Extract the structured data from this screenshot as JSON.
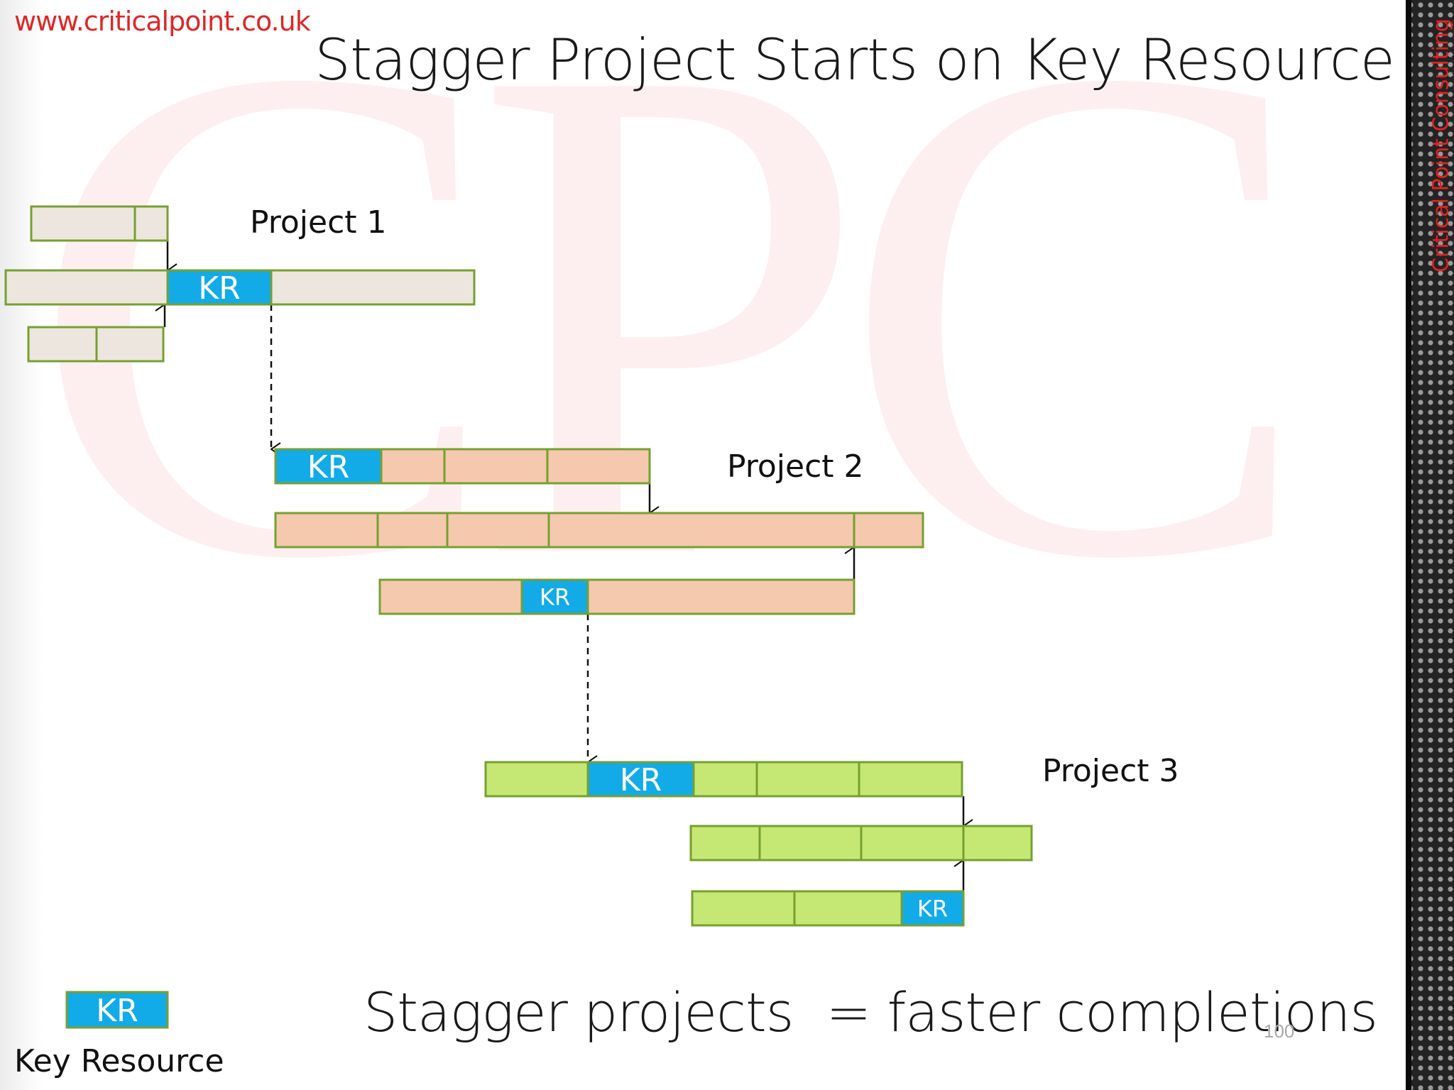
{
  "header": {
    "url": "www.criticalpoint.co.uk",
    "title": "Stagger Project Starts on Key Resource",
    "side_label": "Critical Point Consulting",
    "watermark": "CPC"
  },
  "colors": {
    "outline": "#76a030",
    "kr_fill": "#12abe8",
    "project1_fill": "#ede6df",
    "project2_fill": "#f4c9ae",
    "project3_fill": "#c5e874",
    "accent_red": "#e02626"
  },
  "kr_label": "KR",
  "projects": [
    {
      "name": "Project 1"
    },
    {
      "name": "Project 2"
    },
    {
      "name": "Project 3"
    }
  ],
  "legend": {
    "kr": "KR",
    "label": "Key Resource"
  },
  "footer": {
    "tagline": "Stagger projects  = faster completions",
    "page_number": "100"
  }
}
